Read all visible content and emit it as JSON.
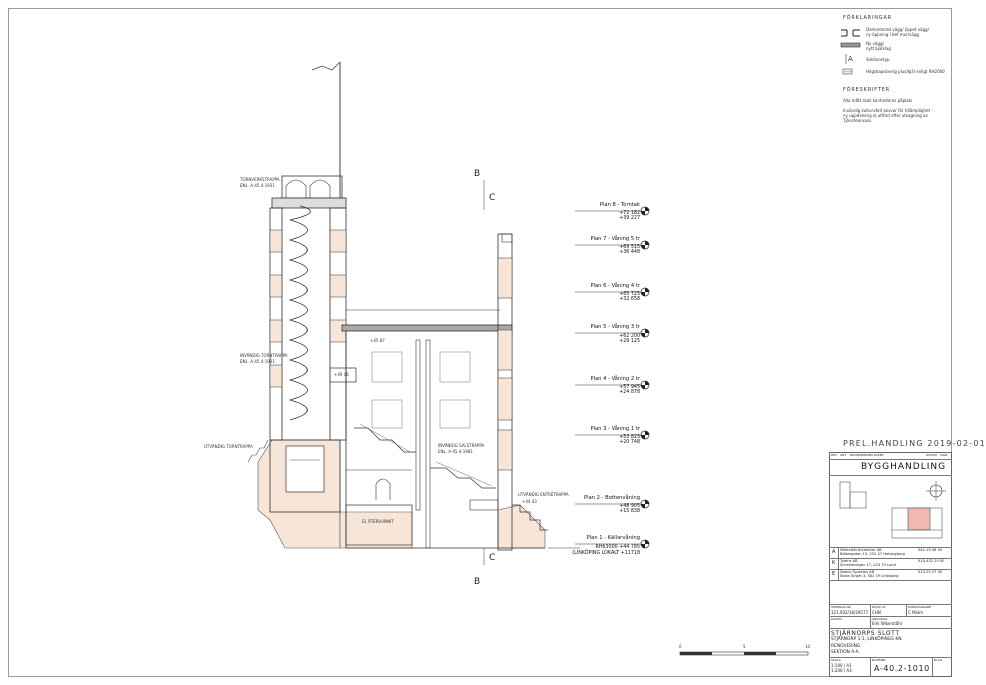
{
  "legend": {
    "title": "FÖRKLARINGAR",
    "items": [
      {
        "icon": "demolish-wall-icon",
        "text": [
          "Demonterad vägg/ öppet vägg/",
          "ny öppning i bef mur/vägg"
        ]
      },
      {
        "icon": "new-wall-icon",
        "text": [
          "Ny vägg/",
          "nytt bjälklag"
        ]
      },
      {
        "icon": "section-mark-icon",
        "text": [
          "Sektionstyp"
        ]
      },
      {
        "icon": "fire-wall-icon",
        "text": [
          "Högskapsöverg plus/bjäl enligt RH2000"
        ]
      }
    ]
  },
  "notes": {
    "title": "FÖRESKRIFTER",
    "lines": [
      "Alla mått skall kontrolleras påplats",
      "",
      "Invändig kulturvård ansvar för tillämplighet",
      "ny uppdelning ej utförd efter utsagning av",
      "Tjänsteansvar."
    ]
  },
  "drawing": {
    "section_marks": {
      "top_b": "B",
      "top_c": "C",
      "bottom_b": "B",
      "bottom_c": "C"
    },
    "annotations": [
      {
        "id": "tornverk",
        "lines": [
          "TORNVERKSTRAPPA",
          "ENL. A-45.4-1931"
        ]
      },
      {
        "id": "invandig-torn",
        "lines": [
          "INVÄNDIG TORNTRAPPA",
          "ENL. A-45.4-1931"
        ]
      },
      {
        "id": "utvandig-torn",
        "lines": [
          "UTVÄNDIG TORNTRAPPA"
        ]
      },
      {
        "id": "invandig-salong",
        "lines": [
          "INVÄNDIG SALSTRAPPA",
          "ENL. A-45.4-1981"
        ]
      },
      {
        "id": "utvandig-entre",
        "lines": [
          "UTVÄNDIG ENTRÉTRAPPA"
        ]
      },
      {
        "id": "el-atervunnit",
        "lines": [
          "EL ÅTERVUNNIT"
        ]
      }
    ],
    "level_notes": [
      "+45 87",
      "+49 06",
      "+44 43"
    ]
  },
  "levels": [
    {
      "name": "Plan 8 - Torntak",
      "el1": "+72 182",
      "el2": "+39 227"
    },
    {
      "name": "Plan 7 - Våning 5 tr",
      "el1": "+69 515",
      "el2": "+36 448"
    },
    {
      "name": "Plan 6 - Våning 4 tr",
      "el1": "+65 725",
      "el2": "+32 658"
    },
    {
      "name": "Plan 5 - Våning 3 tr",
      "el1": "+62 200",
      "el2": "+29 125"
    },
    {
      "name": "Plan 4 - Våning 2 tr",
      "el1": "+57 945",
      "el2": "+24 878"
    },
    {
      "name": "Plan 3 - Våning 1 tr",
      "el1": "+53 823",
      "el2": "+20 748"
    },
    {
      "name": "Plan 2 - Bottenvåning",
      "el1": "+48 905",
      "el2": "+15 838"
    },
    {
      "name": "Plan 1 - Källarvåning",
      "el1": "RH63000 +44 785",
      "el2": "(LINKÖPING LOKALT +11718"
    }
  ],
  "title_block": {
    "status": "PREL.HANDLING 2019-02-01",
    "rev_headers": [
      "REV",
      "ANT",
      "REVIDERINGEN AVSER",
      "DATUM",
      "SIGN"
    ],
    "category": "BYGGHANDLING",
    "firms": [
      {
        "letter": "A",
        "name": "Wikerstål Arkitekter AB",
        "addr": "Bältesgatan 15, 252 47 Helsingborg",
        "phone": "042-19 48 50"
      },
      {
        "letter": "K",
        "name": "Tyréns AB",
        "addr": "Scheelevägen 17, 223 70 Lund",
        "phone": "010-452 20 00"
      },
      {
        "letter": "E",
        "name": "Sweco Systems AB",
        "addr": "Stora Torget 3, 582 19 Linköping",
        "phone": "013-25 27 00"
      }
    ],
    "uppdrag_label": "UPPDRAG NR",
    "uppdrag": "321,002/18/29577",
    "ritad_label": "RITAD AV",
    "ritad": "CHN",
    "handlaggare_label": "HANDLÄGGARE",
    "handlaggare": "C Malm",
    "datum_label": "DATUM",
    "ansvarig_label": "ANSVARIG",
    "ansvarig": "Erik Wikerståhl",
    "project": [
      "STJÄRNORPS SLOTT",
      "STJÄRNORP 1:1, LINKÖPINGS KN",
      "RENOVERING",
      "SEKTION A-A"
    ],
    "skala_label": "SKALA",
    "skala": [
      "1:100 / A1",
      "1:200 / A3"
    ],
    "nummer_label": "NUMMER",
    "nummer": "A-40.2-1010",
    "blad_label": "BLAD",
    "blad": ""
  },
  "scale_bar": {
    "labels": [
      "0",
      "5",
      "10"
    ]
  }
}
